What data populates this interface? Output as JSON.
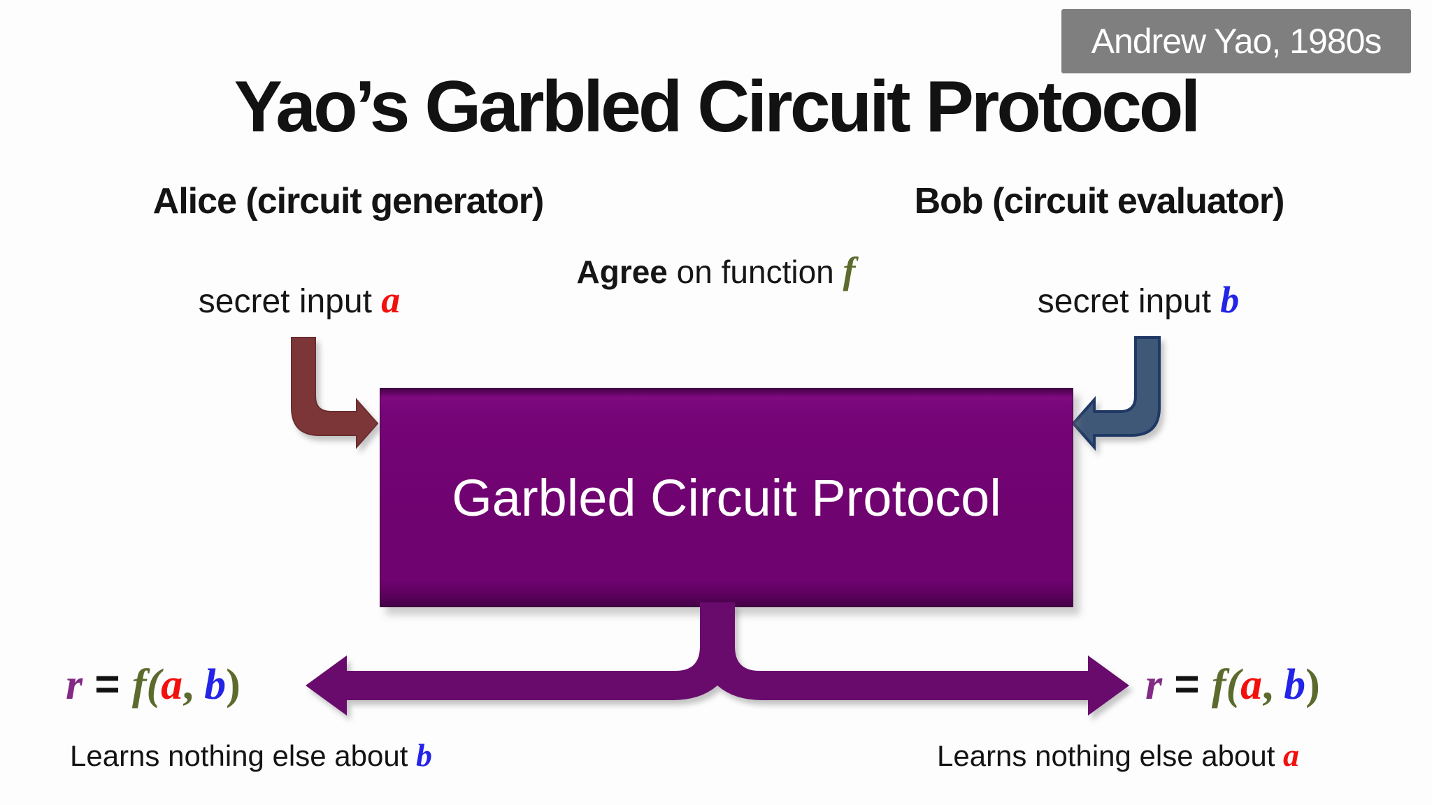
{
  "slide": {
    "badge": "Andrew Yao, 1980s",
    "title": "Yao’s Garbled Circuit Protocol",
    "alice": {
      "header": "Alice (circuit generator)",
      "secret_label": "secret input ",
      "secret_var": "a"
    },
    "bob": {
      "header": "Bob (circuit evaluator)",
      "secret_label": "secret input ",
      "secret_var": "b"
    },
    "agree": {
      "emphasis": "Agree",
      "rest": " on function ",
      "func_var": "f"
    },
    "protocol_box_label": "Garbled Circuit Protocol",
    "result_formula": {
      "r": "r",
      "equals": " = ",
      "f_open": "f(",
      "a": "a",
      "comma": ", ",
      "b": "b",
      "close": ")"
    },
    "alice_caption": {
      "prefix": "Learns nothing else about ",
      "var": "b"
    },
    "bob_caption": {
      "prefix": "Learns nothing else about ",
      "var": "a"
    }
  },
  "colors": {
    "ink": "#141414",
    "badge-gray": "#7f7f7f",
    "red": "#f2100d",
    "blue": "#2424e8",
    "olive": "#5c6b2d",
    "rpurple": "#822a86",
    "box-purple": "#6f0370",
    "arrow-purple": "#690b6d",
    "maroon": "#7d3638",
    "maroon-border": "#6b2d2f",
    "steel": "#3f5878",
    "steel-border": "#203864"
  }
}
